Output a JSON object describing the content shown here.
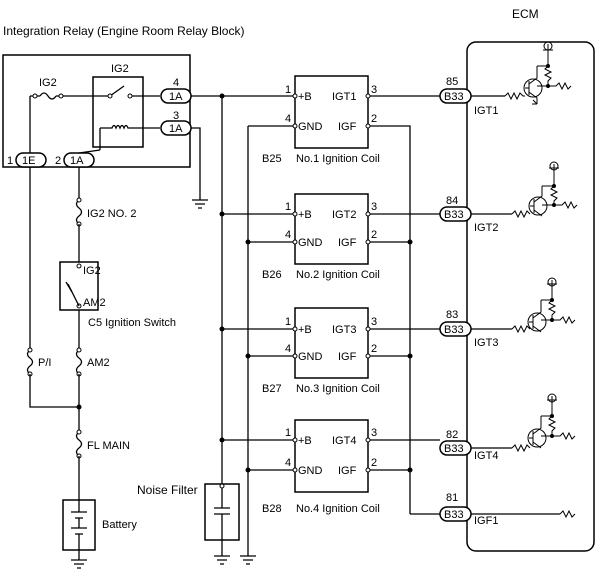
{
  "relay": {
    "title": "Integration Relay (Engine Room Relay Block)",
    "ig2_fuse": "IG2",
    "ig2_relay": "IG2",
    "pins": [
      {
        "num": "4",
        "conn": "1A"
      },
      {
        "num": "3",
        "conn": "1A"
      },
      {
        "num": "1",
        "conn": "1E"
      },
      {
        "num": "2",
        "conn": "1A"
      }
    ]
  },
  "fuses": {
    "ig2_no2": "IG2 NO. 2",
    "pi": "P/I",
    "am2": "AM2",
    "fl_main": "FL MAIN"
  },
  "ignition_switch": {
    "label": "C5  Ignition Switch",
    "pos_ig2": "IG2",
    "pos_am2": "AM2"
  },
  "battery": "Battery",
  "noise_filter": "Noise Filter",
  "coils": [
    {
      "code": "B25",
      "name": "No.1 Ignition Coil",
      "pin_b": "+B",
      "pin_gnd": "GND",
      "pin_igt": "IGT1",
      "pin_igf": "IGF",
      "n1": "1",
      "n4": "4",
      "n3": "3",
      "n2": "2"
    },
    {
      "code": "B26",
      "name": "No.2 Ignition Coil",
      "pin_b": "+B",
      "pin_gnd": "GND",
      "pin_igt": "IGT2",
      "pin_igf": "IGF",
      "n1": "1",
      "n4": "4",
      "n3": "3",
      "n2": "2"
    },
    {
      "code": "B27",
      "name": "No.3 Ignition Coil",
      "pin_b": "+B",
      "pin_gnd": "GND",
      "pin_igt": "IGT3",
      "pin_igf": "IGF",
      "n1": "1",
      "n4": "4",
      "n3": "3",
      "n2": "2"
    },
    {
      "code": "B28",
      "name": "No.4 Ignition Coil",
      "pin_b": "+B",
      "pin_gnd": "GND",
      "pin_igt": "IGT4",
      "pin_igf": "IGF",
      "n1": "1",
      "n4": "4",
      "n3": "3",
      "n2": "2"
    }
  ],
  "ecm": {
    "title": "ECM",
    "connector": "B33",
    "pins": [
      {
        "num": "85",
        "signal": "IGT1"
      },
      {
        "num": "84",
        "signal": "IGT2"
      },
      {
        "num": "83",
        "signal": "IGT3"
      },
      {
        "num": "82",
        "signal": "IGT4"
      },
      {
        "num": "81",
        "signal": "IGF1"
      }
    ]
  }
}
